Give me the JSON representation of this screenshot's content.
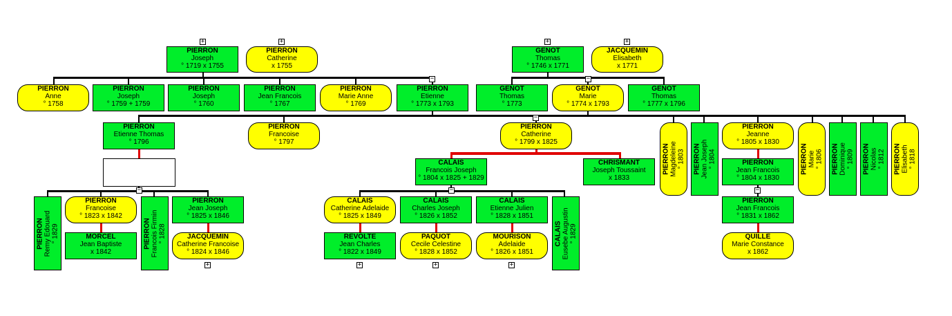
{
  "toggles": {
    "plus": "+",
    "minus": "−"
  },
  "persons": {
    "p_joseph": {
      "surname": "PIERRON",
      "given": "Joseph",
      "dates": "° 1719 x 1755"
    },
    "p_catherine": {
      "surname": "PIERRON",
      "given": "Catherine",
      "dates": "x 1755"
    },
    "g_thomas": {
      "surname": "GENOT",
      "given": "Thomas",
      "dates": "° 1746 x 1771"
    },
    "j_elisabeth": {
      "surname": "JACQUEMIN",
      "given": "Elisabeth",
      "dates": "x 1771"
    },
    "c_anne": {
      "surname": "PIERRON",
      "given": "Anne",
      "dates": "° 1758"
    },
    "c_joseph1759": {
      "surname": "PIERRON",
      "given": "Joseph",
      "dates": "° 1759 + 1759"
    },
    "c_joseph1760": {
      "surname": "PIERRON",
      "given": "Joseph",
      "dates": "° 1760"
    },
    "c_jeanfrancois": {
      "surname": "PIERRON",
      "given": "Jean Francois",
      "dates": "° 1767"
    },
    "c_marieanne": {
      "surname": "PIERRON",
      "given": "Marie Anne",
      "dates": "° 1769"
    },
    "c_etienne": {
      "surname": "PIERRON",
      "given": "Etienne",
      "dates": "° 1773 x 1793"
    },
    "g_thomas1773": {
      "surname": "GENOT",
      "given": "Thomas",
      "dates": "° 1773"
    },
    "g_marie": {
      "surname": "GENOT",
      "given": "Marie",
      "dates": "° 1774 x 1793"
    },
    "g_thomas1777": {
      "surname": "GENOT",
      "given": "Thomas",
      "dates": "° 1777 x 1796"
    },
    "e_etiennethomas": {
      "surname": "PIERRON",
      "given": "Etienne Thomas",
      "dates": "° 1796"
    },
    "e_francoise": {
      "surname": "PIERRON",
      "given": "Francoise",
      "dates": "° 1797"
    },
    "e_catherine": {
      "surname": "PIERRON",
      "given": "Catherine",
      "dates": "° 1799 x 1825"
    },
    "e_magdeleine": {
      "surname": "PIERRON",
      "given": "Magdeleine",
      "dates": "° 1803"
    },
    "e_jeanjoseph": {
      "surname": "PIERRON",
      "given": "Jean Joseph",
      "dates": "° 1804"
    },
    "e_jeanne": {
      "surname": "PIERRON",
      "given": "Jeanne",
      "dates": "° 1805 x 1830"
    },
    "e_marie": {
      "surname": "PIERRON",
      "given": "Marie",
      "dates": "° 1806"
    },
    "e_dominique": {
      "surname": "PIERRON",
      "given": "Dominique",
      "dates": "° 1809"
    },
    "e_nicolas": {
      "surname": "PIERRON",
      "given": "Nicolas",
      "dates": "° 1812"
    },
    "e_elisabeth": {
      "surname": "PIERRON",
      "given": "Elisabeth",
      "dates": "° 1818"
    },
    "calais_fj": {
      "surname": "CALAIS",
      "given": "Francois Joseph",
      "dates": "° 1804 x 1825 + 1829"
    },
    "chrismant": {
      "surname": "CHRISMANT",
      "given": "Joseph Toussaint",
      "dates": "x 1833"
    },
    "pierron_jf1804": {
      "surname": "PIERRON",
      "given": "Jean Francois",
      "dates": "° 1804 x 1830"
    },
    "pierron_jf1831": {
      "surname": "PIERRON",
      "given": "Jean Francois",
      "dates": "° 1831 x 1862"
    },
    "quille": {
      "surname": "QUILLE",
      "given": "Marie Constance",
      "dates": "x 1862"
    },
    "et_remy": {
      "surname": "PIERRON",
      "given": "Remy Edouard",
      "dates": "° 1829"
    },
    "et_francoise": {
      "surname": "PIERRON",
      "given": "Francoise",
      "dates": "° 1823 x 1842"
    },
    "morcel": {
      "surname": "MORCEL",
      "given": "Jean Baptiste",
      "dates": "x 1842"
    },
    "et_firmin": {
      "surname": "PIERRON",
      "given": "Francois Firmin",
      "dates": "° 1828"
    },
    "et_jeanjoseph": {
      "surname": "PIERRON",
      "given": "Jean Joseph",
      "dates": "° 1825 x 1846"
    },
    "jacquemin_cf": {
      "surname": "JACQUEMIN",
      "given": "Catherine Francoise",
      "dates": "° 1824 x 1846"
    },
    "ca_catherine": {
      "surname": "CALAIS",
      "given": "Catherine Adelaide",
      "dates": "° 1825 x 1849"
    },
    "revolte": {
      "surname": "REVOLTE",
      "given": "Jean Charles",
      "dates": "° 1822 x 1849"
    },
    "ca_charles": {
      "surname": "CALAIS",
      "given": "Charles Joseph",
      "dates": "° 1826 x 1852"
    },
    "paquot": {
      "surname": "PAQUOT",
      "given": "Cecile Celestine",
      "dates": "° 1828 x 1852"
    },
    "ca_etienne": {
      "surname": "CALAIS",
      "given": "Etienne Julien",
      "dates": "° 1828 x 1851"
    },
    "mourison": {
      "surname": "MOURISON",
      "given": "Adelaide",
      "dates": "° 1826 x 1851"
    },
    "ca_eusebe": {
      "surname": "CALAIS",
      "given": "Eusebe Augustin",
      "dates": "° 1829"
    }
  }
}
